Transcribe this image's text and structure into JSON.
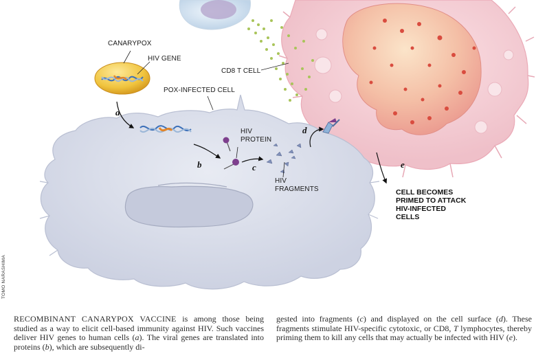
{
  "figure": {
    "labels": {
      "canarypox": "CANARYPOX",
      "hiv_gene": "HIV GENE",
      "pox_infected_cell": "POX-INFECTED CELL",
      "cd8_t_cell": "CD8 T CELL",
      "hiv_protein_line1": "HIV",
      "hiv_protein_line2": "PROTEIN",
      "hiv_fragments_line1": "HIV",
      "hiv_fragments_line2": "FRAGMENTS"
    },
    "steps": {
      "a": "a",
      "b": "b",
      "c": "c",
      "d": "d",
      "e": "e"
    },
    "result_lines": [
      "CELL BECOMES",
      "PRIMED TO ATTACK",
      "HIV-INFECTED",
      "CELLS"
    ],
    "credit": "TOMO NARASHIMA"
  },
  "caption": {
    "left_lead": "RECOMBINANT CANARYPOX VACCINE",
    "left_p1": " is among those being studied as a way to elicit cell-based immunity against HIV. Such vaccines deliver HIV genes to human cells (",
    "left_a": "a",
    "left_p2": "). The viral genes are translated into proteins (",
    "left_b": "b",
    "left_p3": "), which are subsequently di-",
    "right_p1": "gested into fragments (",
    "right_c": "c",
    "right_p2": ") and displayed on the cell surface (",
    "right_d": "d",
    "right_p3": "). These fragments stimulate HIV-specific cytotoxic, or CD8, ",
    "right_t": "T",
    "right_p4": " lymphocytes, thereby priming them to kill any cells that may actually be infected with HIV (",
    "right_e": "e",
    "right_p5": ")."
  },
  "colors": {
    "pox_cell": "#d9dde9",
    "t_cell": "#f4cdd4",
    "t_cell_nucleus": "#f1a9a1",
    "canarypox": "#f0c43e",
    "granules": "#a9c45a",
    "protein": "#7d3f8d",
    "fragment": "#8aa0c8"
  }
}
